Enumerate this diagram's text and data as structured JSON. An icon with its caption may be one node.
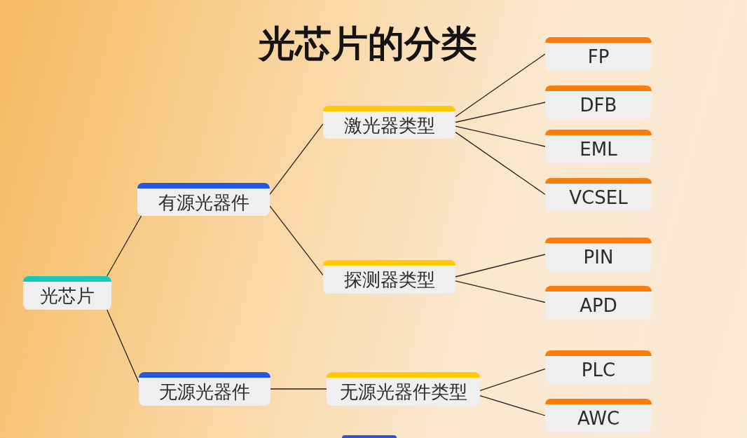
{
  "diagram": {
    "title": "光芯片的分类",
    "nodes": [
      {
        "text": [
          "光芯片"
        ]
      },
      {
        "text": [
          "有源光器件"
        ]
      },
      {
        "text": [
          "无源光器件"
        ]
      },
      {
        "text": [
          "激光器类型"
        ]
      },
      {
        "text": [
          "探测器类型"
        ]
      },
      {
        "text": [
          "无源光器件类型"
        ]
      },
      {
        "text": [
          "FP"
        ]
      },
      {
        "text": [
          "DFB"
        ]
      },
      {
        "text": [
          "EML"
        ]
      },
      {
        "text": [
          "VCSEL"
        ]
      },
      {
        "text": [
          "PIN"
        ]
      },
      {
        "text": [
          "APD"
        ]
      },
      {
        "text": [
          "PLC"
        ]
      },
      {
        "text": [
          "AWC"
        ]
      }
    ],
    "edges": [
      {
        "from": 0,
        "to": 1,
        "arrow": "none"
      },
      {
        "from": 0,
        "to": 2,
        "arrow": "none"
      },
      {
        "from": 1,
        "to": 3,
        "arrow": "none"
      },
      {
        "from": 1,
        "to": 4,
        "arrow": "none"
      },
      {
        "from": 3,
        "to": 6,
        "arrow": "none"
      },
      {
        "from": 3,
        "to": 7,
        "arrow": "none"
      },
      {
        "from": 3,
        "to": 8,
        "arrow": "none"
      },
      {
        "from": 3,
        "to": 9,
        "arrow": "none"
      },
      {
        "from": 4,
        "to": 10,
        "arrow": "none"
      },
      {
        "from": 4,
        "to": 11,
        "arrow": "none"
      },
      {
        "from": 2,
        "to": 5,
        "arrow": "none"
      },
      {
        "from": 5,
        "to": 12,
        "arrow": "none"
      },
      {
        "from": 5,
        "to": 13,
        "arrow": "none"
      }
    ]
  }
}
